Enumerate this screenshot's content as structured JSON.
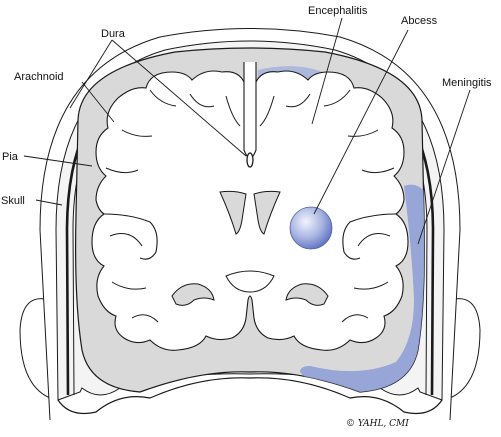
{
  "labels": {
    "dura": "Dura",
    "arachnoid": "Arachnoid",
    "pia": "Pia",
    "skull": "Skull",
    "encephalitis": "Encephalitis",
    "abcess": "Abcess",
    "meningitis": "Meningitis"
  },
  "signature": "© YAHL, CMI",
  "colors": {
    "outline": "#1a1a1a",
    "gray_matter": "#d9d9d9",
    "skull_fill": "#f4f4f4",
    "pathology": "#a6b2dc",
    "abscess_core": "#f2f4fd",
    "abscess_edge": "#5d70c0"
  }
}
